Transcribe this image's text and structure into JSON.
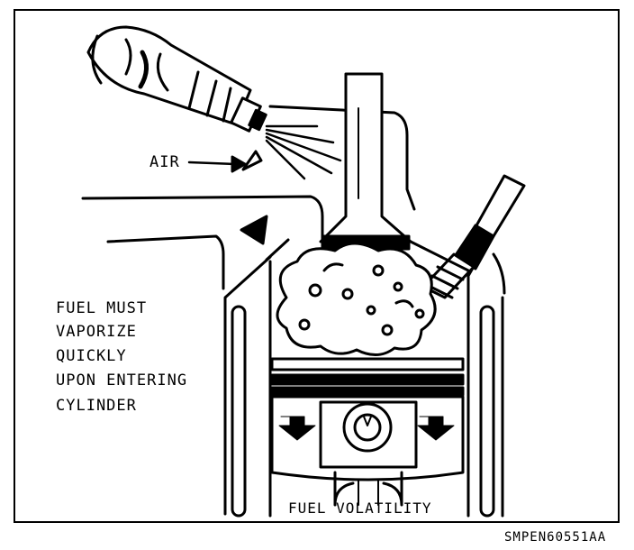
{
  "labels": {
    "air": "AIR",
    "note_lines": [
      "FUEL MUST",
      "VAPORIZE",
      "QUICKLY",
      "UPON ENTERING",
      "CYLINDER"
    ],
    "caption": "FUEL VOLATILITY",
    "figure_code": "SMPEN60551AA"
  },
  "colors": {
    "ink": "#000000",
    "paper": "#ffffff"
  },
  "icons": [
    "fuel-injector-icon",
    "spark-plug-icon",
    "intake-valve-icon",
    "piston-icon",
    "fuel-vapor-cloud-icon"
  ]
}
